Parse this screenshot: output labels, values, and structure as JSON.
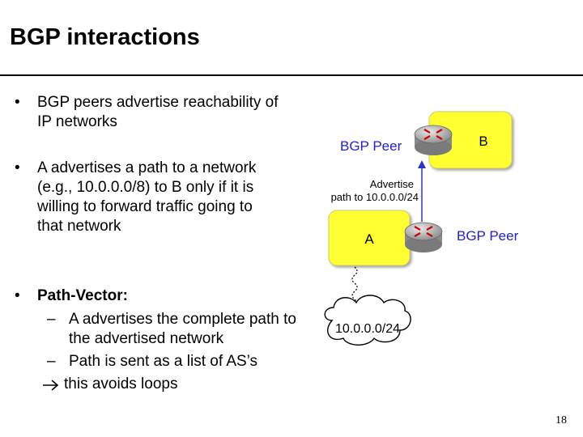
{
  "slide": {
    "title": "BGP interactions",
    "page_number": "18"
  },
  "bullets": [
    {
      "marker": "•",
      "text": "BGP peers advertise reachability of IP networks"
    },
    {
      "marker": "•",
      "text": "A advertises a path to a network (e.g., 10.0.0.0/8) to B only if it is willing to forward traffic going to that network"
    },
    {
      "marker": "•",
      "text": "Path-Vector:"
    }
  ],
  "sub_bullets": [
    {
      "marker": "–",
      "text": "A advertises the complete path to the advertised network"
    },
    {
      "marker": "–",
      "text": "Path is sent as a list of AS’s"
    }
  ],
  "conclusion": "this avoids loops",
  "diagram": {
    "as_b_label": "B",
    "as_a_label": "A",
    "peer_label_top": "BGP Peer",
    "peer_label_bottom": "BGP Peer",
    "advertise_line1": "Advertise",
    "advertise_line2": "path to 10.0.0.0/24",
    "network_label": "10.0.0.0/24",
    "colors": {
      "as_box": "#ffff33",
      "peer_text": "#2222cc",
      "arrow": "#3333cc",
      "router": "#9a9a9a",
      "router_arrows": "#cc0000"
    }
  }
}
